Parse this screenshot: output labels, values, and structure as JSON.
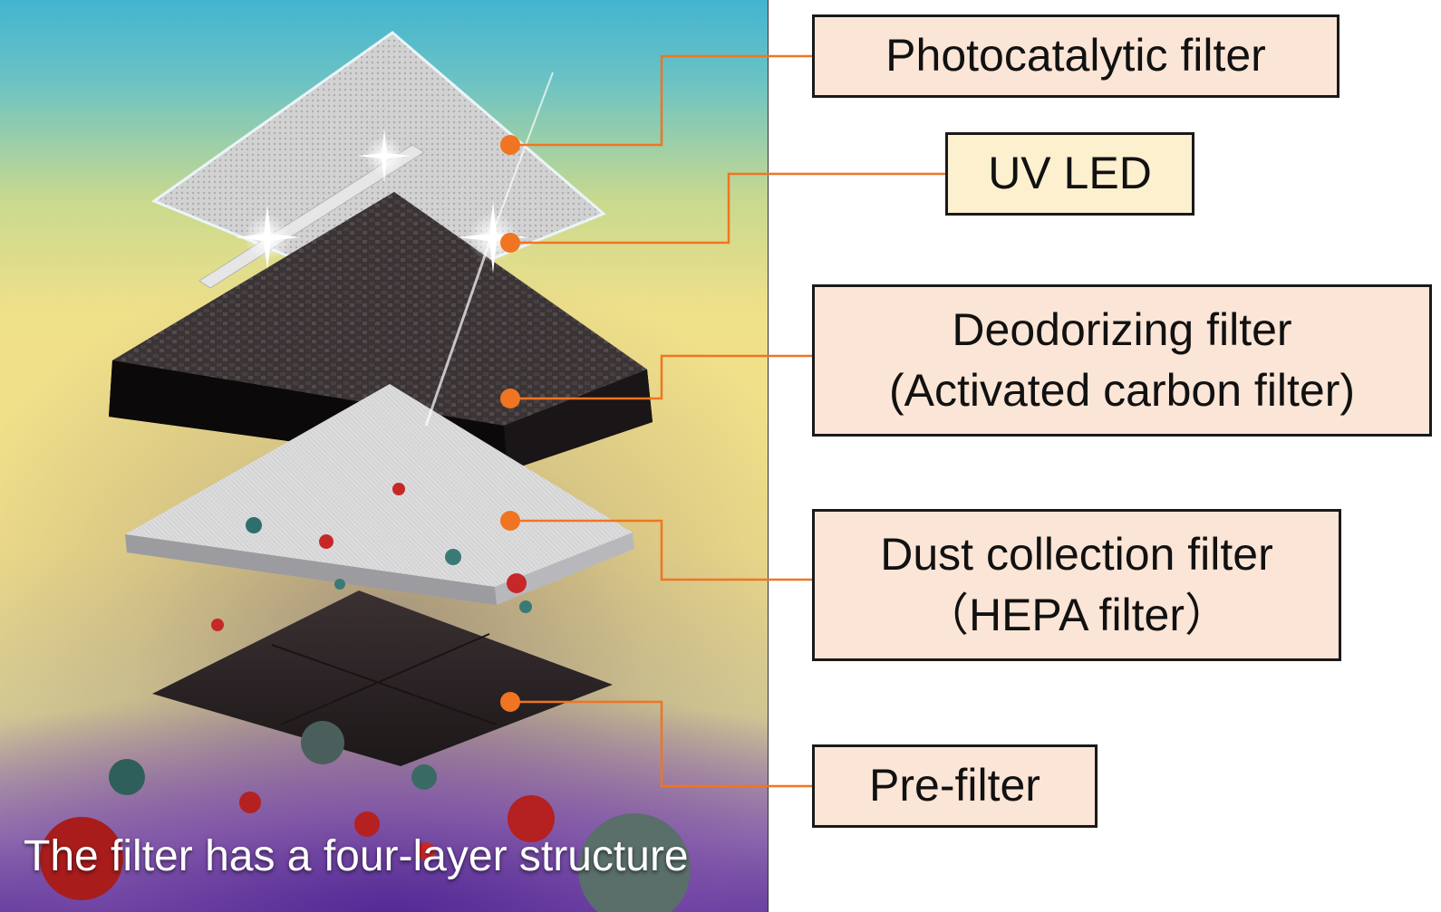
{
  "caption": "The filter has a four-layer structure",
  "labels": {
    "photocatalytic": "Photocatalytic filter",
    "uv_led": "UV LED",
    "deodorizing_line1": "Deodorizing filter",
    "deodorizing_line2": "(Activated carbon filter)",
    "dust_line1": "Dust collection filter",
    "dust_line2": "（HEPA filter）",
    "prefilter": "Pre-filter"
  },
  "colors": {
    "leader": "#f07522",
    "label_fill": "#fbe5d6",
    "uv_label_fill": "#fdf0cf",
    "border": "#1a1a1a"
  }
}
